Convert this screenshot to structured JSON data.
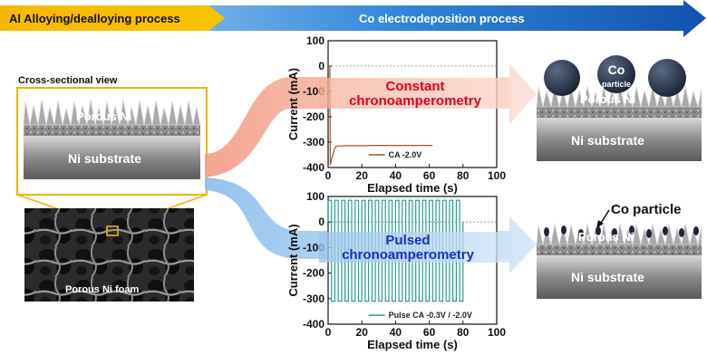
{
  "header": {
    "step1": "Al Alloying/dealloying process",
    "step2": "Co electrodeposition process"
  },
  "left": {
    "cross_section_title": "Cross-sectional view",
    "porous_label": "Porous Ni",
    "substrate_label": "Ni substrate",
    "foam_label": "Porous Ni foam"
  },
  "methods": {
    "constant": [
      "Constant",
      "chronoamperometry"
    ],
    "pulsed": [
      "Pulsed",
      "chronoamperometry"
    ]
  },
  "results": {
    "top_co_label": "Co",
    "top_particle_label": "particle",
    "top_porous_label": "Porous Ni",
    "top_substrate_label": "Ni substrate",
    "bottom_co_label": "Co particle",
    "bottom_porous_label": "Porous Ni",
    "bottom_substrate_label": "Ni substrate"
  },
  "colors": {
    "yellow_arrow": "#f5b800",
    "blue_arrow": "#1565c0",
    "frame": "#f0b400",
    "constant_text": "#e0001a",
    "pulsed_text": "#1530c8",
    "ca_line": "#a0522d",
    "pulse_line": "#2a9d8f"
  },
  "chart_data": [
    {
      "type": "line",
      "xlabel": "Elapsed time (s)",
      "ylabel": "Current (mA)",
      "xlim": [
        0,
        100
      ],
      "ylim": [
        -400,
        100
      ],
      "xticks": [
        0,
        20,
        40,
        60,
        80,
        100
      ],
      "yticks": [
        100,
        0,
        -100,
        -200,
        -300,
        -400
      ],
      "series": [
        {
          "name": "CA -2.0V",
          "x": [
            0,
            1,
            1.3,
            2,
            3,
            4,
            5,
            6,
            8,
            10,
            15,
            20,
            30,
            40,
            50,
            62
          ],
          "y": [
            0,
            0,
            -390,
            -370,
            -345,
            -322,
            -316,
            -315,
            -315,
            -314,
            -314,
            -314,
            -313,
            -313,
            -313,
            -313
          ]
        }
      ]
    },
    {
      "type": "line",
      "xlabel": "Elapsed time (s)",
      "ylabel": "Current (mA)",
      "xlim": [
        0,
        100
      ],
      "ylim": [
        -400,
        100
      ],
      "xticks": [
        0,
        20,
        40,
        60,
        80,
        100
      ],
      "yticks": [
        100,
        0,
        -100,
        -200,
        -300,
        -400
      ],
      "series": [
        {
          "name": "Pulse CA  -0.3V / -2.0V",
          "period": 4,
          "duration": 80,
          "high": 85,
          "low": -310
        }
      ]
    }
  ]
}
